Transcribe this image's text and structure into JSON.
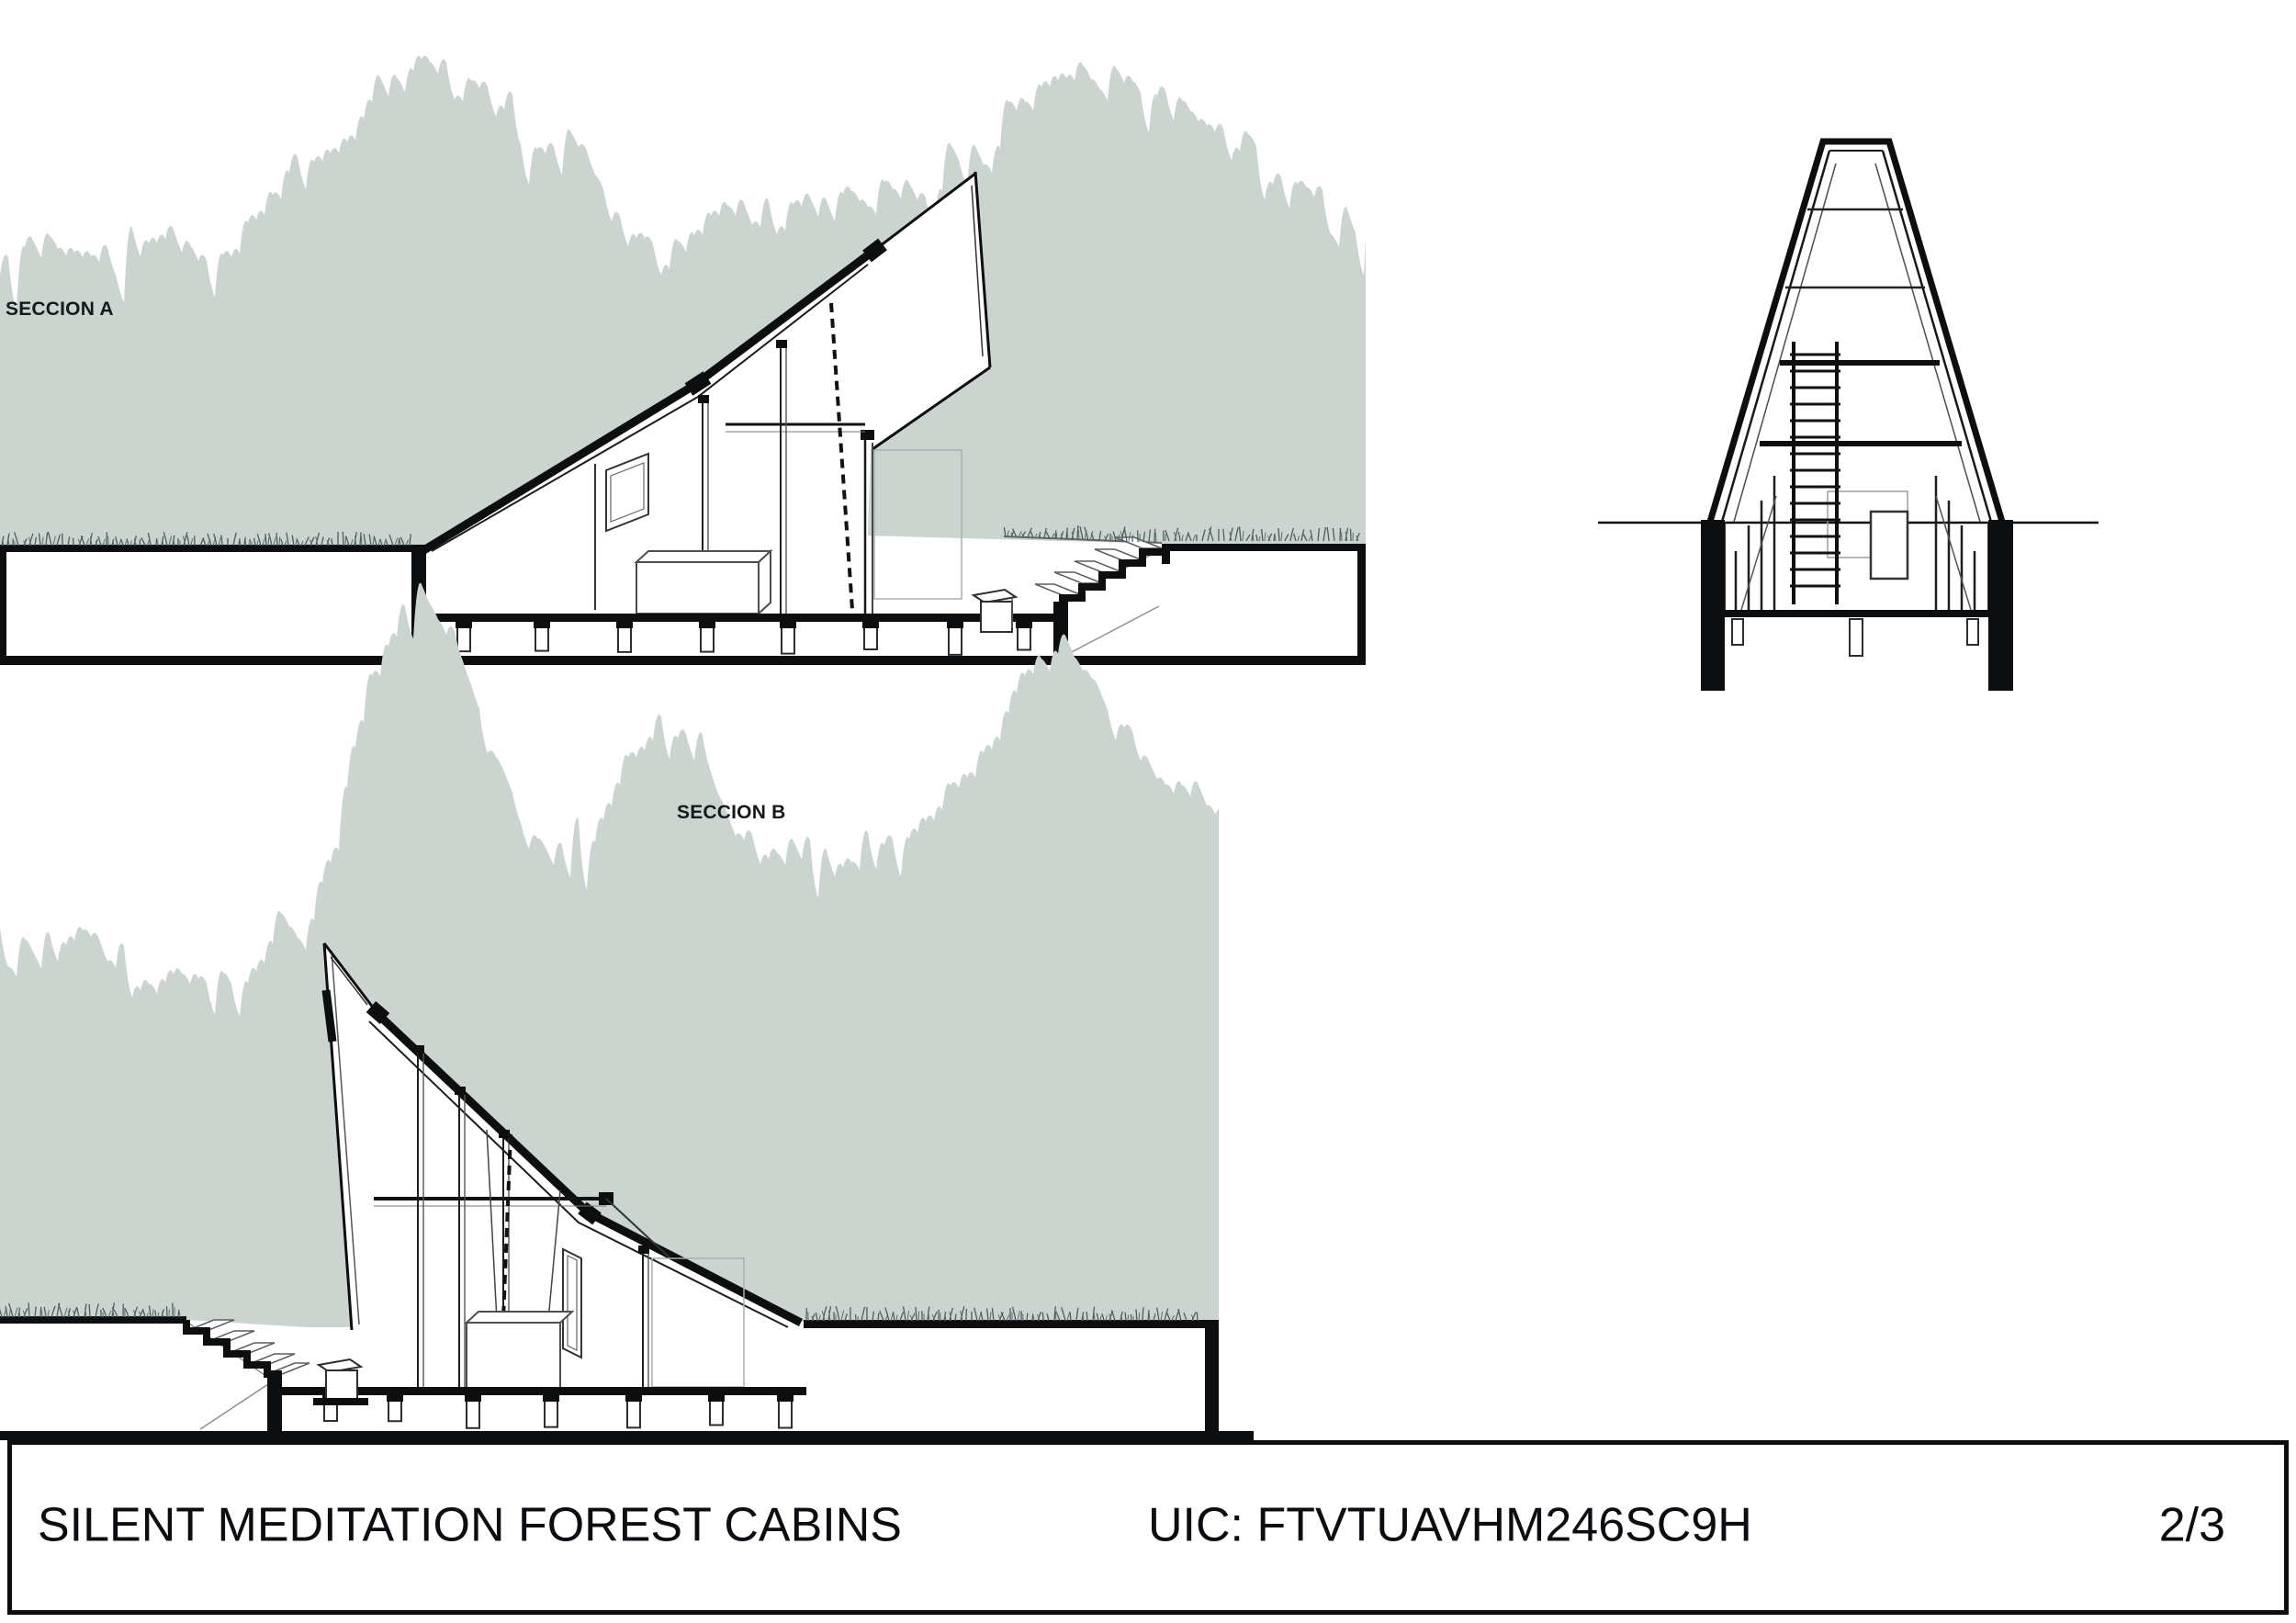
{
  "drawings": {
    "section_a": {
      "label": "SECCION A"
    },
    "section_b": {
      "label": "SECCION B"
    },
    "cross_section": {
      "label": ""
    }
  },
  "title_block": {
    "project_title": "SILENT MEDITATION FOREST CABINS",
    "uic": "UIC: FTVTUAVHM246SC9H",
    "sheet": "2/3"
  },
  "colors": {
    "trees": "#ccd4d0",
    "grass": "#4e5d5f",
    "ink": "#0c0e10"
  }
}
